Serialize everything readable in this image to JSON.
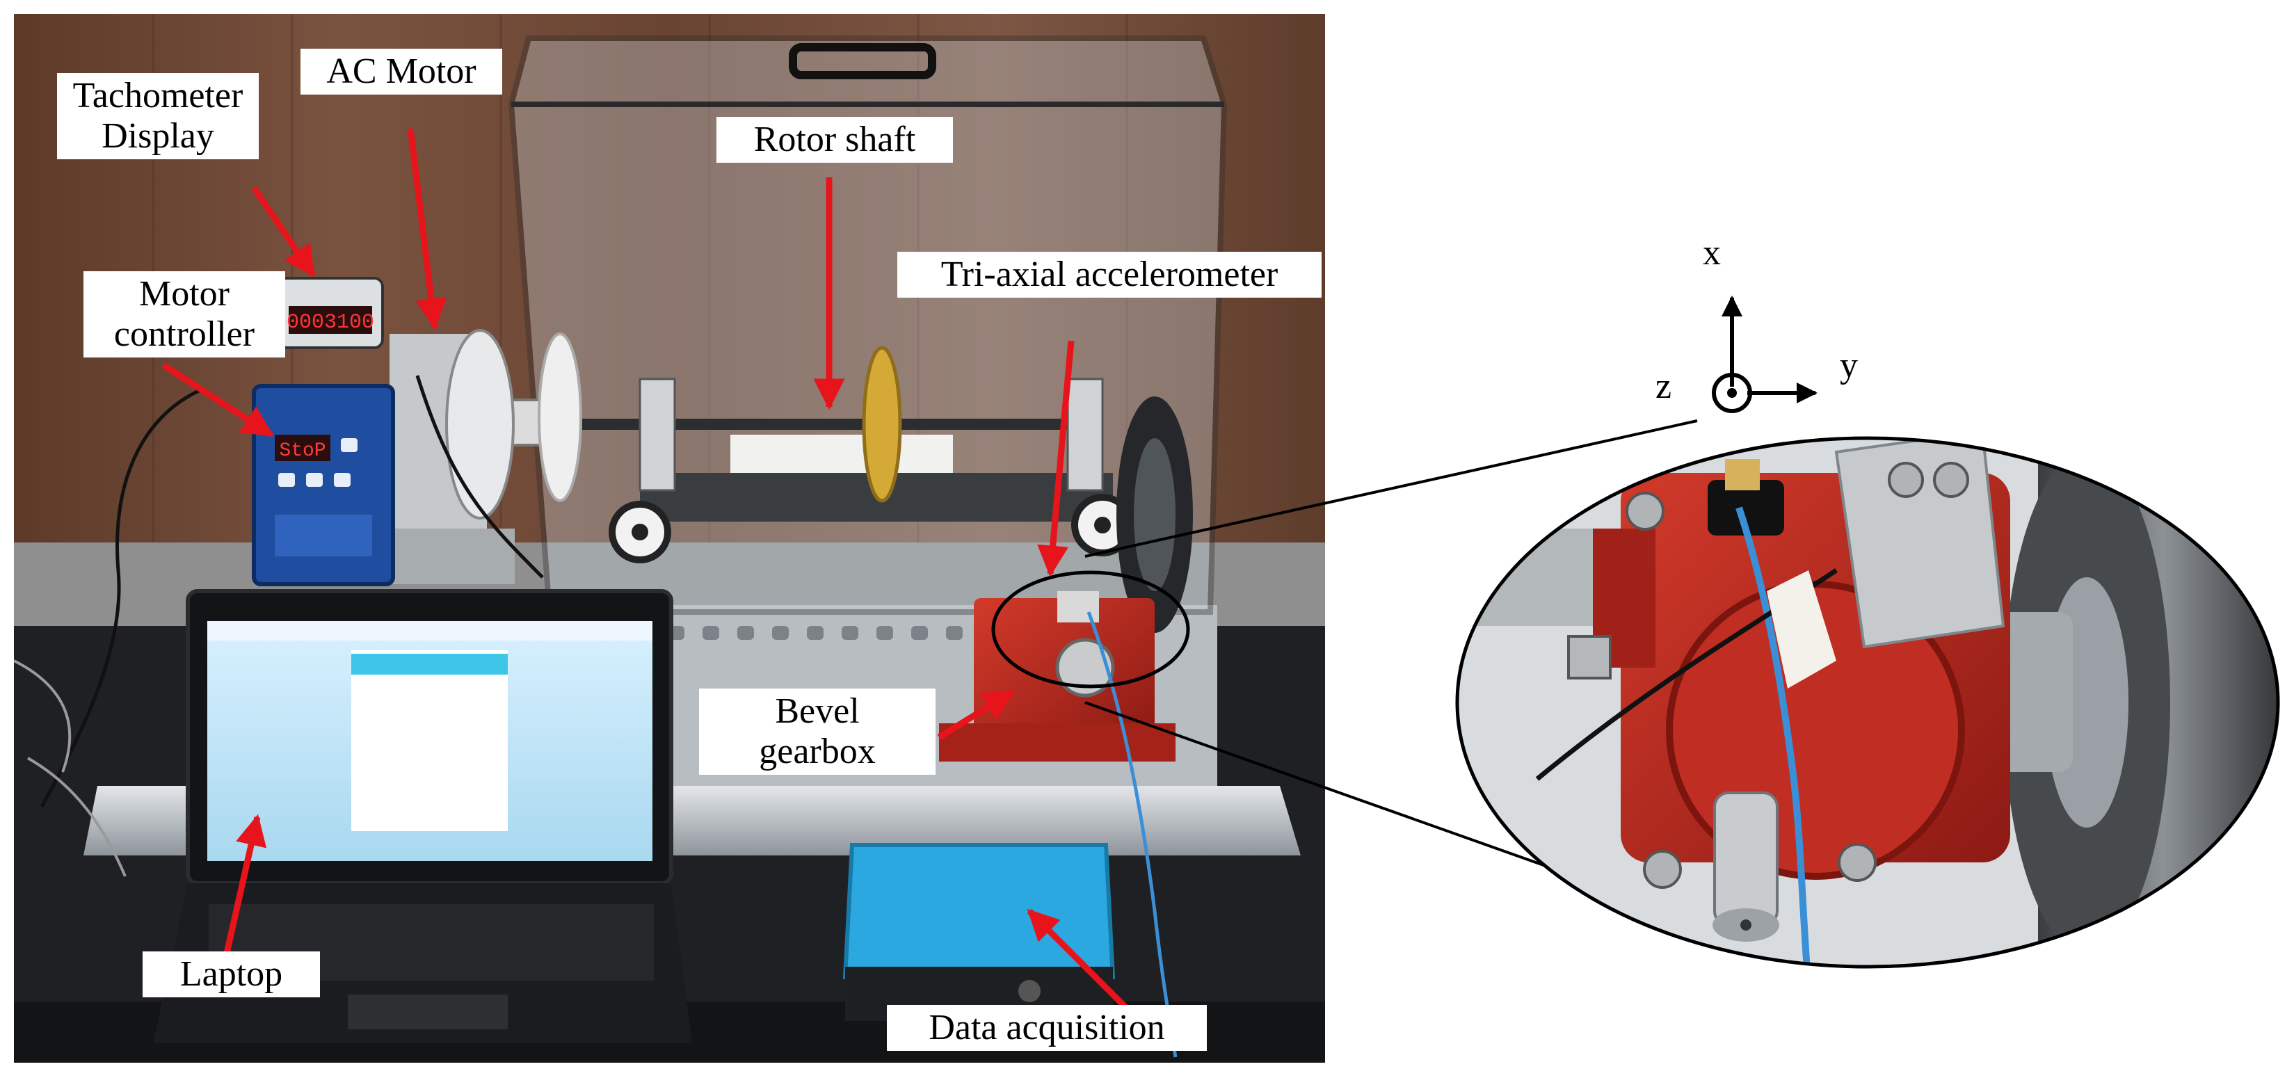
{
  "figure": {
    "labels": {
      "tachometer_display": [
        "Tachometer",
        "Display"
      ],
      "ac_motor": "AC Motor",
      "rotor_shaft": "Rotor shaft",
      "motor_controller": [
        "Motor",
        "controller"
      ],
      "tri_axial_accelerometer": "Tri-axial accelerometer",
      "bevel_gearbox": [
        "Bevel",
        "gearbox"
      ],
      "laptop": "Laptop",
      "data_acquisition": "Data acquisition"
    },
    "axes": {
      "x": "x",
      "y": "y",
      "z": "z"
    },
    "tachometer_reading": "0003100",
    "controller_reading": "StoP",
    "colors": {
      "arrow": "#e8141c",
      "wall_wood": "#6e4a36",
      "gearbox_red": "#b8241c",
      "daq_blue": "#2aa8df",
      "controller_blue": "#1d4fa3",
      "bench": "#9aa1a6",
      "cable_blue": "#3b8fd6"
    }
  }
}
